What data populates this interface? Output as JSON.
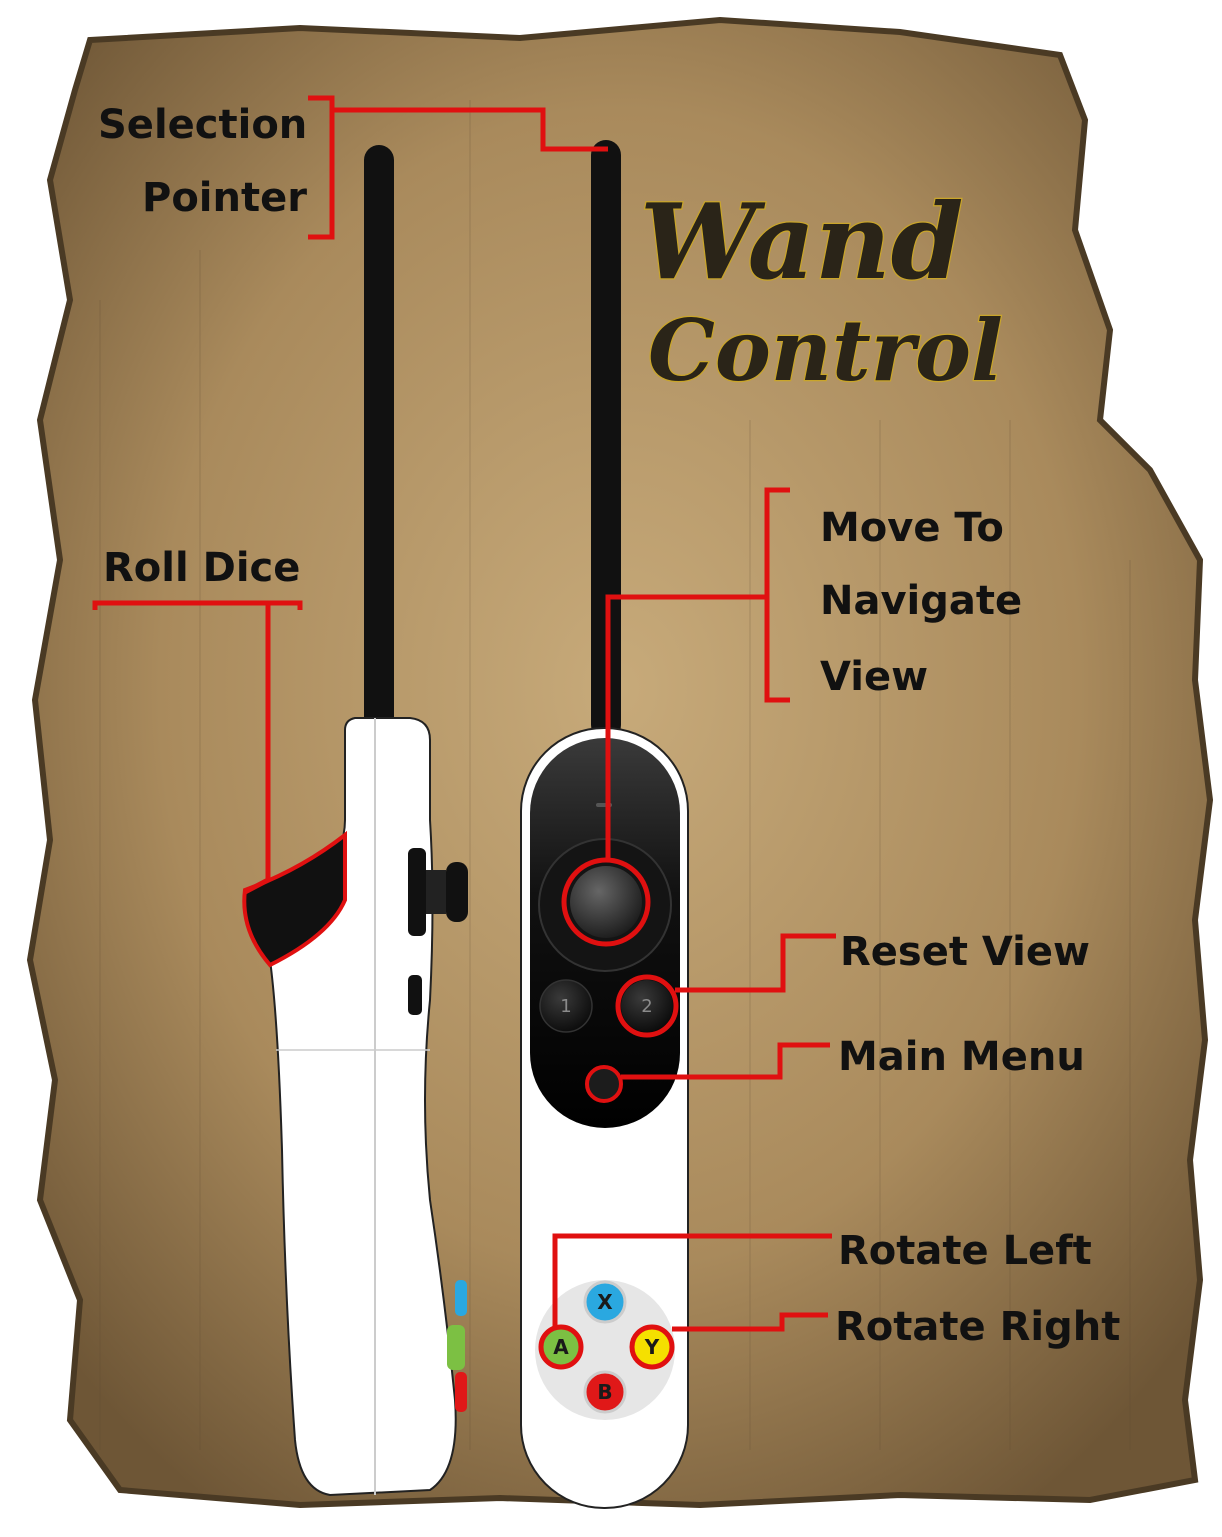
{
  "title": {
    "line1": "Wand",
    "line2": "Control"
  },
  "labels": {
    "selection": "Selection",
    "pointer": "Pointer",
    "roll_dice": "Roll Dice",
    "move_to": "Move To",
    "navigate": "Navigate",
    "view": "View",
    "reset_view": "Reset View",
    "main_menu": "Main Menu",
    "rotate_left": "Rotate Left",
    "rotate_right": "Rotate Right"
  },
  "buttons": {
    "one": "1",
    "two": "2",
    "x": "X",
    "y": "Y",
    "a": "A",
    "b": "B"
  },
  "colors": {
    "parchment": "#b89a6a",
    "parchment_dark": "#7a6242",
    "callout": "#e01010",
    "controller_body": "#ffffff",
    "pointer": "#111111",
    "btn_x": "#2aa8e0",
    "btn_y": "#f5e000",
    "btn_a": "#7cc043",
    "btn_b": "#e01818"
  }
}
